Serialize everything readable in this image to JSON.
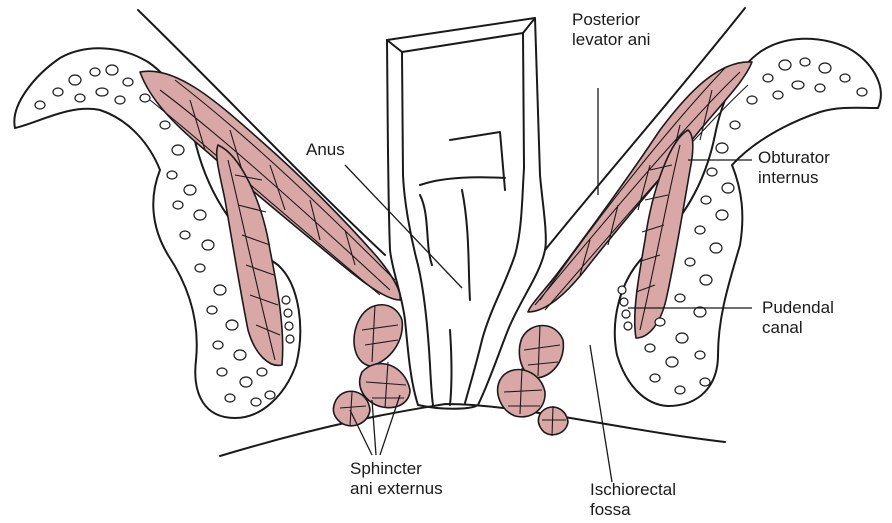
{
  "colors": {
    "muscle": "#d9a8a6",
    "line": "#1a1a1a",
    "bone_fill": "#ffffff",
    "background": "#ffffff"
  },
  "labels": {
    "anus": "Anus",
    "posterior_levator_ani": [
      "Posterior",
      "levator ani"
    ],
    "obturator_internus": [
      "Obturator",
      "internus"
    ],
    "pudendal_canal": [
      "Pudendal",
      "canal"
    ],
    "sphincter_ani_externus": [
      "Sphincter",
      "ani externus"
    ],
    "ischiorectal_fossa": [
      "Ischiorectal",
      "fossa"
    ]
  }
}
